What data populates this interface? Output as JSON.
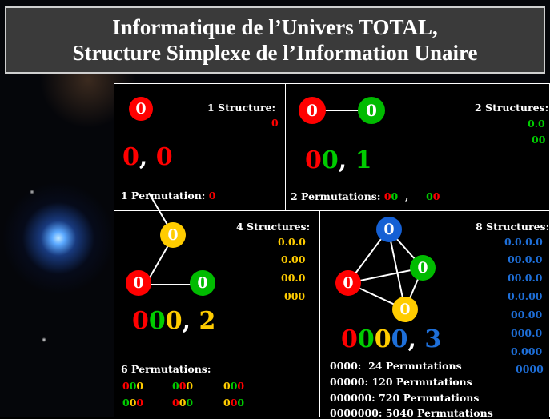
{
  "title": {
    "line1": "Informatique de l’Univers TOTAL,",
    "line2": "Structure Simplexe de l’Information Unaire"
  },
  "panel1": {
    "node_label": "0",
    "structures_label": "1 Structure:",
    "structure_0": "0",
    "value_digits": "0",
    "value_sep": ",",
    "value_count": "0",
    "permutations_label": "1 Permutation:",
    "permutation_0": "0"
  },
  "panel2": {
    "node_a": "0",
    "node_b": "0",
    "structures_label": "2 Structures:",
    "structure_0": "0.0",
    "structure_1": "00",
    "value_d1": "0",
    "value_d2": "0",
    "value_sep": ",",
    "value_count": "1",
    "permutations_label": "2 Permutations:",
    "perm_1a": "0",
    "perm_1b": "0",
    "perm_sep": ",",
    "perm_2a": "0",
    "perm_2b": "0"
  },
  "panel3": {
    "node_top": "0",
    "node_left": "0",
    "node_right": "0",
    "structures_label": "4 Structures:",
    "structures": [
      "0.0.0",
      "0.00",
      "00.0",
      "000"
    ],
    "value_d1": "0",
    "value_d2": "0",
    "value_d3": "0",
    "value_sep": ",",
    "value_count": "2",
    "permutations_label": "6 Permutations:",
    "perm_row1": [
      [
        "0",
        "0",
        "0"
      ],
      [
        "0",
        "0",
        "0"
      ],
      [
        "0",
        "0",
        "0"
      ]
    ],
    "perm_row2": [
      [
        "0",
        "0",
        "0"
      ],
      [
        "0",
        "0",
        "0"
      ],
      [
        "0",
        "0",
        "0"
      ]
    ]
  },
  "panel4": {
    "node_top": "0",
    "node_left": "0",
    "node_right": "0",
    "node_bottom": "0",
    "structures_label": "8 Structures:",
    "structures": [
      "0.0.0.0",
      "00.0.0",
      "00.0.0",
      "0.0.00",
      "00.00",
      "000.0",
      "0.000",
      "0000"
    ],
    "value_d1": "0",
    "value_d2": "0",
    "value_d3": "0",
    "value_d4": "0",
    "value_sep": ",",
    "value_count": "3",
    "perm_lines": [
      "0000:  24 Permutations",
      "00000: 120 Permutations",
      "000000: 720 Permutations",
      "0000000: 5040 Permutations"
    ]
  },
  "colors": {
    "red": "#ff0000",
    "green": "#00cc00",
    "yellow": "#ffcc00",
    "blue": "#1e6fd9",
    "panel_border": "#ffffff",
    "title_bg": "#3a3a3a"
  }
}
